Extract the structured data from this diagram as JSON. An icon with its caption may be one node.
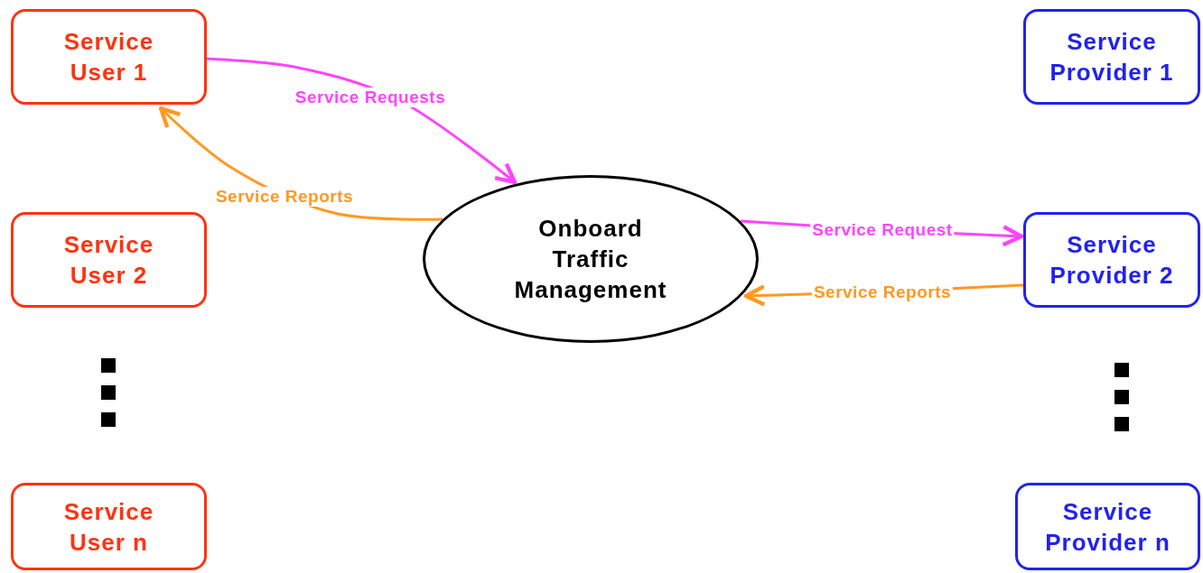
{
  "diagram": {
    "nodes": [
      {
        "text": [
          "Service User 1"
        ]
      },
      {
        "text": [
          "Service User 2"
        ]
      },
      {
        "text": [
          "Service User n"
        ]
      },
      {
        "text": [
          "Service Provider 1"
        ]
      },
      {
        "text": [
          "Service Provider 2"
        ]
      },
      {
        "text": [
          "Service Provider n"
        ]
      },
      {
        "text": [
          "Onboard Traffic Management"
        ]
      }
    ],
    "edges": [
      {
        "from": 0,
        "to": 6,
        "arrow": "to",
        "label": "Service Requests",
        "color": "#ff44ff"
      },
      {
        "from": 6,
        "to": 0,
        "arrow": "to",
        "label": "Service Reports",
        "color": "#ff9922"
      },
      {
        "from": 6,
        "to": 4,
        "arrow": "to",
        "label": "Service Request",
        "color": "#ff44ff"
      },
      {
        "from": 4,
        "to": 6,
        "arrow": "to",
        "label": "Service Reports",
        "color": "#ff9922"
      }
    ]
  }
}
